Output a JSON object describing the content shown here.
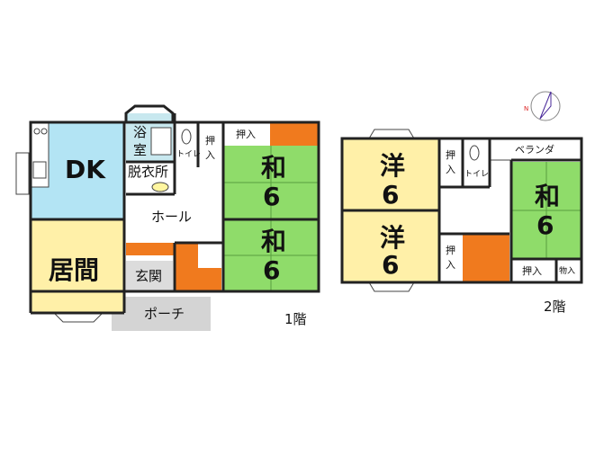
{
  "floor1": {
    "dk": "DK",
    "bath": "浴室",
    "toilet": "トイレ",
    "oshiire_a": "押入",
    "oshiire_b": "押入",
    "washroom": "脱衣所",
    "wa_upper": "和",
    "wa_upper_num": "6",
    "wa_lower": "和",
    "wa_lower_num": "6",
    "hall": "ホール",
    "living": "居間",
    "entrance": "玄関",
    "porch": "ポーチ",
    "floor_label": "1階"
  },
  "floor2": {
    "yo_upper": "洋",
    "yo_upper_num": "6",
    "yo_lower": "洋",
    "yo_lower_num": "6",
    "oshiire_a": "押入",
    "oshiire_b": "押入",
    "oshiire_c": "押入",
    "toilet": "トイレ",
    "veranda": "ベランダ",
    "wa": "和",
    "wa_num": "6",
    "storage": "物入",
    "floor_label": "2階"
  },
  "compass": {
    "north_label": "N"
  },
  "colors": {
    "dk": "#b3e4f4",
    "bath": "#c8e8ef",
    "tatami": "#8fdc6a",
    "yoshitsu": "#fff0a8",
    "living": "#fff0a8",
    "stairs": "#f07a1e",
    "porch": "#d4d4d4",
    "entrance": "#dcdcdc"
  }
}
